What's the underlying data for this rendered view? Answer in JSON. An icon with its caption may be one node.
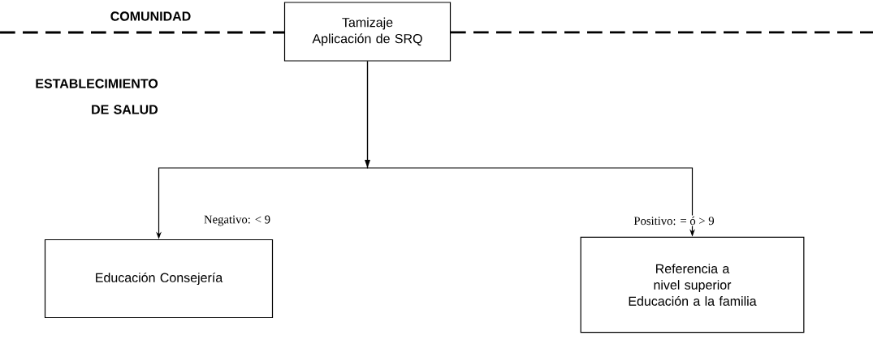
{
  "diagram": {
    "nodes": [
      {
        "text": [
          "Tamizaje",
          "Aplicación de SRQ"
        ]
      },
      {
        "text": [
          "Educación Consejería"
        ]
      },
      {
        "text": [
          "Referencia a nivel superior",
          "Educación a la familia"
        ]
      }
    ],
    "edges": [
      {
        "from": 0,
        "to": 1,
        "arrow": "to",
        "label": "Negativo: < 9"
      },
      {
        "from": 0,
        "to": 2,
        "arrow": "to",
        "label": "Positivo: = ó > 9"
      }
    ],
    "labels": [
      "COMUNIDAD",
      "ESTABLECIMIENTO DE SALUD"
    ]
  }
}
